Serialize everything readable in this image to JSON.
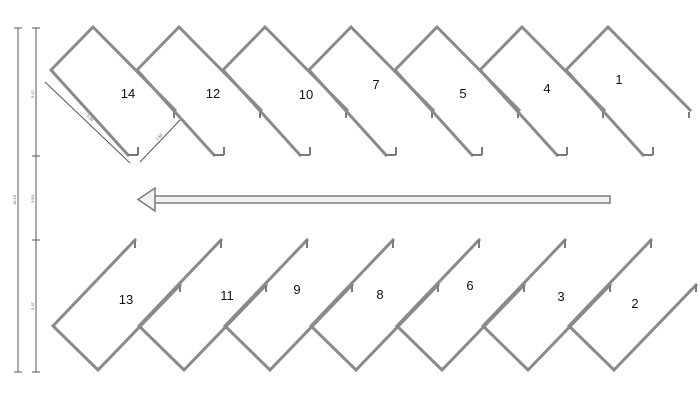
{
  "top_row": [
    "14",
    "12",
    "10",
    "7",
    "5",
    "4",
    "1"
  ],
  "bottom_row": [
    "13",
    "11",
    "9",
    "8",
    "6",
    "3",
    "2"
  ],
  "dimensions": {
    "total_height": "16.19",
    "top_row_depth": "5.17",
    "aisle_width": "3.50",
    "bottom_row_depth": "5.37",
    "stall_length": "5.00",
    "stall_width": "2.50"
  },
  "arrow_direction": "left",
  "colors": {
    "stall_stroke": "#8a8a8a",
    "arrow_stroke": "#7a7a7a",
    "arrow_fill": "#f2f2f2"
  }
}
